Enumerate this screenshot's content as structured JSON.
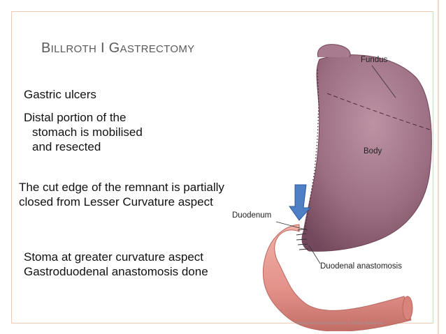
{
  "title": {
    "w1_cap": "B",
    "w1_rest": "ILLROTH",
    "w2": "I",
    "w3_cap": "G",
    "w3_rest": "ASTRECTOMY"
  },
  "bullets": {
    "b1": "Gastric ulcers",
    "b2_l1": "Distal portion of the",
    "b2_l2": "stomach is mobilised",
    "b2_l3": "and resected"
  },
  "cut_edge": {
    "l1": "The cut edge of the remnant is partially",
    "l2": "closed from Lesser Curvature aspect"
  },
  "stoma": {
    "l1": "Stoma at greater curvature aspect",
    "l2": "Gastroduodenal anastomosis done"
  },
  "figure_labels": {
    "fundus": "Fundus",
    "body": "Body",
    "duodenum": "Duodenum",
    "anastomosis": "Duodenal anastomosis"
  },
  "credit": "Elsevier items and derived items © 2006 by Elsevier Inc.",
  "colors": {
    "stomach": "#9c6e82",
    "duodenum": "#e3928a",
    "arrow": "#4f7fc4",
    "frame": "#f0c9b5",
    "title": "#5a5a5a"
  }
}
